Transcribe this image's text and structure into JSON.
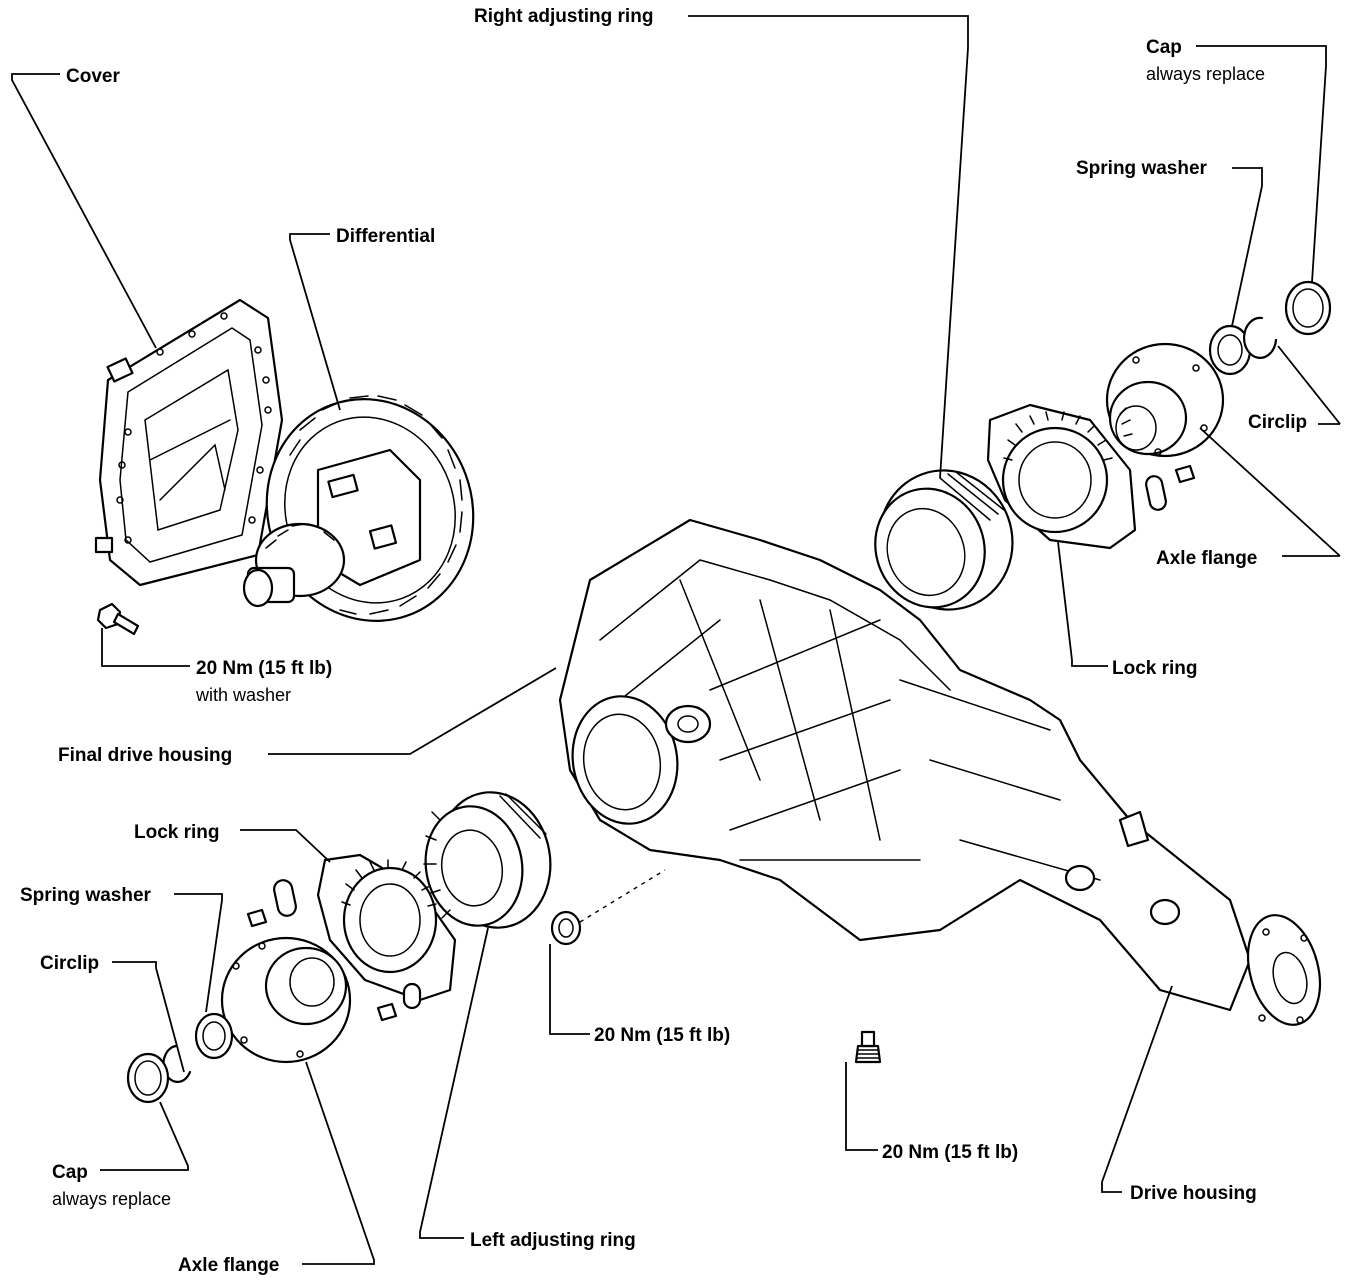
{
  "labels": {
    "right_adjusting_ring": "Right adjusting ring",
    "cap_top": "Cap",
    "cap_top_note": "always replace",
    "cover": "Cover",
    "spring_washer_top": "Spring washer",
    "differential": "Differential",
    "circlip_right": "Circlip",
    "axle_flange_right": "Axle flange",
    "lock_ring_right": "Lock ring",
    "torque_cover": "20 Nm (15 ft lb)",
    "torque_cover_note": "with washer",
    "final_drive_housing": "Final drive housing",
    "lock_ring_left": "Lock ring",
    "spring_washer_left": "Spring washer",
    "circlip_left": "Circlip",
    "torque_plug_left": "20 Nm (15 ft lb)",
    "torque_plug_bottom": "20 Nm (15 ft lb)",
    "drive_housing": "Drive housing",
    "cap_bottom": "Cap",
    "cap_bottom_note": "always replace",
    "left_adjusting_ring": "Left adjusting ring",
    "axle_flange_left": "Axle flange"
  }
}
